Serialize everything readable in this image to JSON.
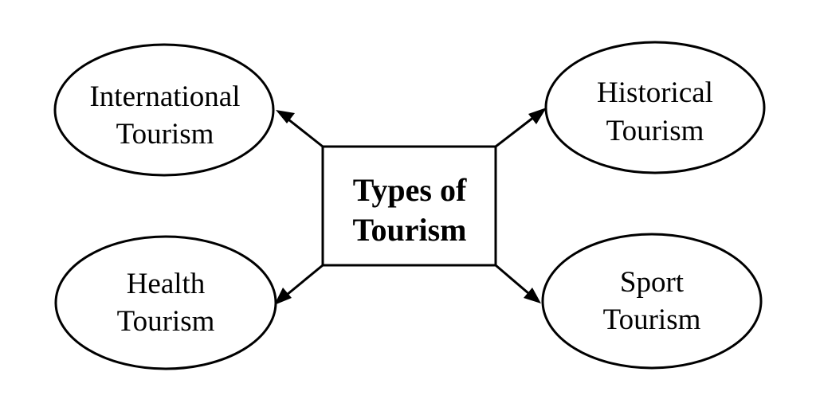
{
  "diagram": {
    "center": {
      "line1": "Types of",
      "line2": "Tourism"
    },
    "nodes": {
      "international": {
        "line1": "International",
        "line2": "Tourism"
      },
      "historical": {
        "line1": "Historical",
        "line2": "Tourism"
      },
      "health": {
        "line1": "Health",
        "line2": "Tourism"
      },
      "sport": {
        "line1": "Sport",
        "line2": "Tourism"
      }
    }
  }
}
